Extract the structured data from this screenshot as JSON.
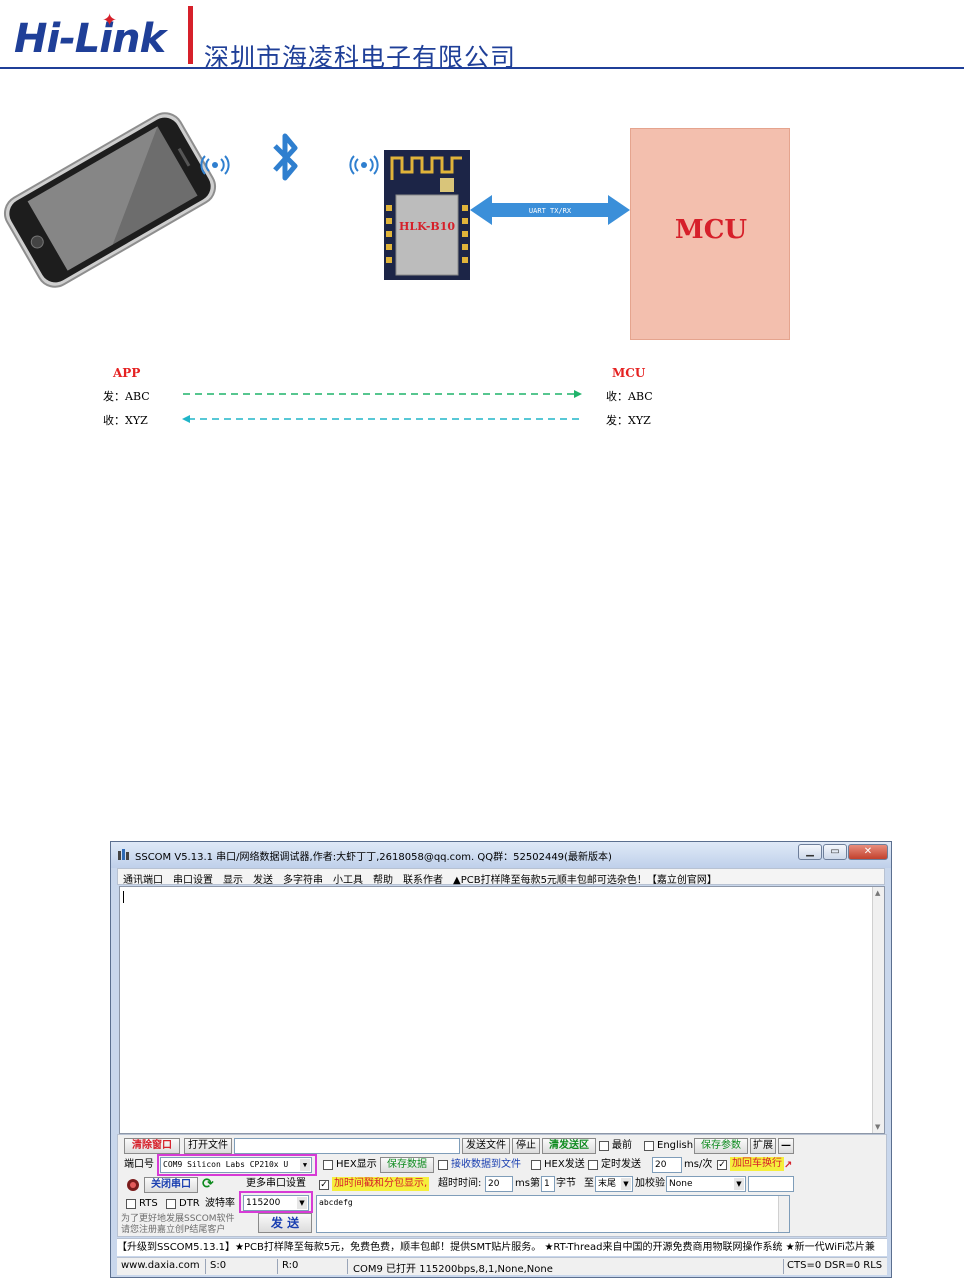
{
  "header": {
    "logo_text": "Hi-Link",
    "company_name": "深圳市海凌科电子有限公司"
  },
  "diagram": {
    "module_label": "HLK-B10",
    "uart_label": "UART  TX/RX",
    "mcu_label": "MCU",
    "app_label": "APP",
    "mcu_side_label": "MCU",
    "app_send": "发：ABC",
    "app_recv": "收：XYZ",
    "mcu_recv": "收：ABC",
    "mcu_send": "发：XYZ",
    "colors": {
      "app_arrow": "#1fb36a",
      "mcu_arrow": "#20b5c8",
      "uart_arrow": "#3b8fd9",
      "mcu_box": "#f3bfae"
    }
  },
  "sscom": {
    "title": "SSCOM V5.13.1 串口/网络数据调试器,作者:大虾丁丁,2618058@qq.com. QQ群：52502449(最新版本)",
    "menu": [
      "通讯端口",
      "串口设置",
      "显示",
      "发送",
      "多字符串",
      "小工具",
      "帮助",
      "联系作者",
      "▲PCB打样降至每款5元顺丰包邮可选杂色！【嘉立创官网】"
    ],
    "row1": {
      "clear_window": "清除窗口",
      "open_file": "打开文件",
      "send_file": "发送文件",
      "stop": "停止",
      "clear_send": "清发送区",
      "latest": "最前",
      "english": "English",
      "save_params": "保存参数",
      "expand": "扩展",
      "dash": "—"
    },
    "row2": {
      "port_label": "端口号",
      "port_value": "COM9 Silicon Labs CP210x U",
      "hex_display": "HEX显示",
      "save_data": "保存数据",
      "recv_to_file": "接收数据到文件",
      "hex_send": "HEX发送",
      "timed_send": "定时发送",
      "interval": "20",
      "interval_unit": "ms/次",
      "add_crlf": "加回车换行"
    },
    "row3": {
      "close_port": "关闭串口",
      "more_settings": "更多串口设置",
      "timestamp": "加时间戳和分包显示,",
      "timeout_label": "超时时间:",
      "timeout_value": "20",
      "timeout_unit": "ms",
      "nth": "第",
      "nth_value": "1",
      "byte_label": "字节",
      "to_label": "至",
      "to_value": "末尾",
      "checksum_label": "加校验",
      "checksum_value": "None"
    },
    "row4": {
      "rts": "RTS",
      "dtr": "DTR",
      "baud_label": "波特率",
      "baud_value": "115200",
      "send_text": "abcdefg"
    },
    "row5": {
      "promo": "为了更好地发展SSCOM软件\n请您注册嘉立创P结尾客户",
      "send_button": "发  送"
    },
    "ticker": "【升级到SSCOM5.13.1】★PCB打样降至每款5元，免费色费，顺丰包邮！提供SMT贴片服务。 ★RT-Thread来自中国的开源免费商用物联网操作系统 ★新一代WiFi芯片兼",
    "status": {
      "website": "www.daxia.com",
      "s_count": "S:0",
      "r_count": "R:0",
      "port_status": "COM9 已打开  115200bps,8,1,None,None",
      "lines": "CTS=0 DSR=0 RLS"
    }
  }
}
